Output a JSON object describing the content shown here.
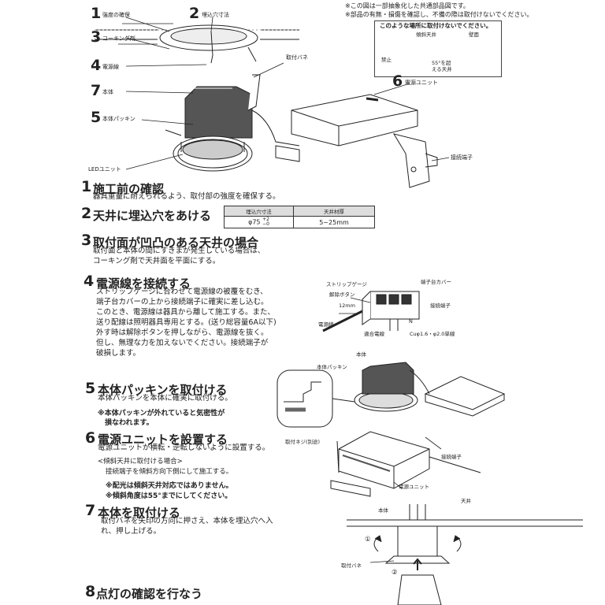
{
  "top_notes": [
    "※この図は一部抽象化した共通部品図です。",
    "※部品の有無・損傷を確認し、不備の際は取付けないでください。"
  ],
  "warning_box": {
    "title": "このような場所に取付けないでください。",
    "forbid": "禁止",
    "slope": "傾斜天井",
    "wall": "壁面",
    "angle": "55°を超える天井"
  },
  "part_labels": {
    "p1_num": "1",
    "p1": "強度の確保",
    "p2_num": "2",
    "p2": "埋込穴寸法",
    "p3_num": "3",
    "p3": "コーキング剤",
    "p4_num": "4",
    "p4": "電源線",
    "p7_num": "7",
    "p7": "本体",
    "p5_num": "5",
    "p5": "本体パッキン",
    "p6_num": "6",
    "p6": "電源ユニット",
    "led": "LEDユニット",
    "spring": "取付バネ",
    "terminal": "接続端子"
  },
  "steps": {
    "s1": {
      "num": "1",
      "title": "施工前の確認",
      "lines": [
        "器具重量に耐えられるよう、取付部の強度を確保する。"
      ]
    },
    "s2": {
      "num": "2",
      "title": "天井に埋込穴をあける"
    },
    "s3": {
      "num": "3",
      "title": "取付面が凹凸のある天井の場合",
      "lines": [
        "取付面と本体の間にすきまが発生している場合は、",
        "コーキング剤で天井面を平面にする。"
      ]
    },
    "s4": {
      "num": "4",
      "title": "電源線を接続する",
      "lines": [
        "ストリップゲージに合わせて電源線の被覆をむき、",
        "端子台カバーの上から接続端子に確実に差し込む。",
        "このとき、電源線は器具から離して施工する。また、",
        "送り配線は照明器具専用とする。(送り総容量6A以下)",
        "外す時は解除ボタンを押しながら、電源線を抜く。",
        "但し、無理な力を加えないでください。接続端子が",
        "破損します。"
      ]
    },
    "s5": {
      "num": "5",
      "title": "本体パッキンを取付ける",
      "lines": [
        "本体パッキンを本体に確実に取付ける。"
      ],
      "notes": [
        "※本体パッキンが外れていると気密性が",
        "　損なわれます。"
      ]
    },
    "s6": {
      "num": "6",
      "title": "電源ユニットを設置する",
      "lines": [
        "電源ユニットが横転・逆転しないように設置する。"
      ],
      "sub": "<傾斜天井に取付ける場合>",
      "sub_line": "接続端子を傾斜方向下側にして施工する。",
      "notes": [
        "※配光は傾斜天井対応ではありません。",
        "※傾斜角度は55°までにしてください。"
      ]
    },
    "s7": {
      "num": "7",
      "title": "本体を取付ける",
      "lines": [
        "取付バネを矢印の方向に押さえ、本体を埋込穴へ入",
        "れ、押し上げる。"
      ]
    },
    "s8": {
      "num": "8",
      "title": "点灯の確認を行なう"
    }
  },
  "spec_table": {
    "headers": [
      "埋込穴寸法",
      "天井材厚"
    ],
    "hole": "φ75",
    "tol_plus": "+2",
    "tol_minus": "−0",
    "thickness": "5~25mm"
  },
  "wiring_labels": {
    "strip": "ストリップゲージ",
    "release": "解除ボタン",
    "cover": "端子台カバー",
    "mm": "12mm",
    "terminal": "接続端子",
    "power": "電源線",
    "n": "N",
    "wire": "適合電線",
    "spec": "Cuφ1.6・φ2.0単線"
  },
  "fig5_labels": {
    "body": "本体",
    "packing": "本体パッキン"
  },
  "fig6_labels": {
    "screw": "取付ネジ(別途)",
    "terminal": "接続端子",
    "unit": "電源ユニット"
  },
  "fig7_labels": {
    "body": "本体",
    "ceiling": "天井",
    "spring": "取付バネ",
    "c1": "①",
    "c2": "②"
  }
}
